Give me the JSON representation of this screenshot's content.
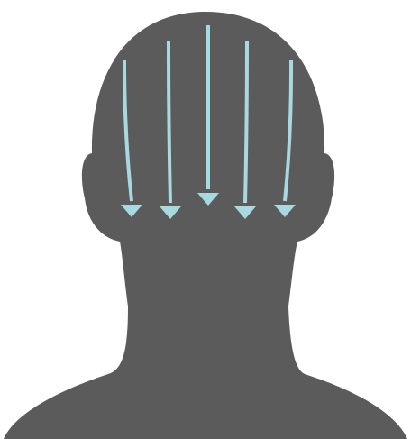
{
  "figure": {
    "subject": "head-back-view",
    "direction_indicator": "downward-arrows",
    "arrow_count": 5
  },
  "colors": {
    "background": "#ffffff",
    "silhouette": "#5b5b5b",
    "arrow": "#a8d8e0"
  }
}
